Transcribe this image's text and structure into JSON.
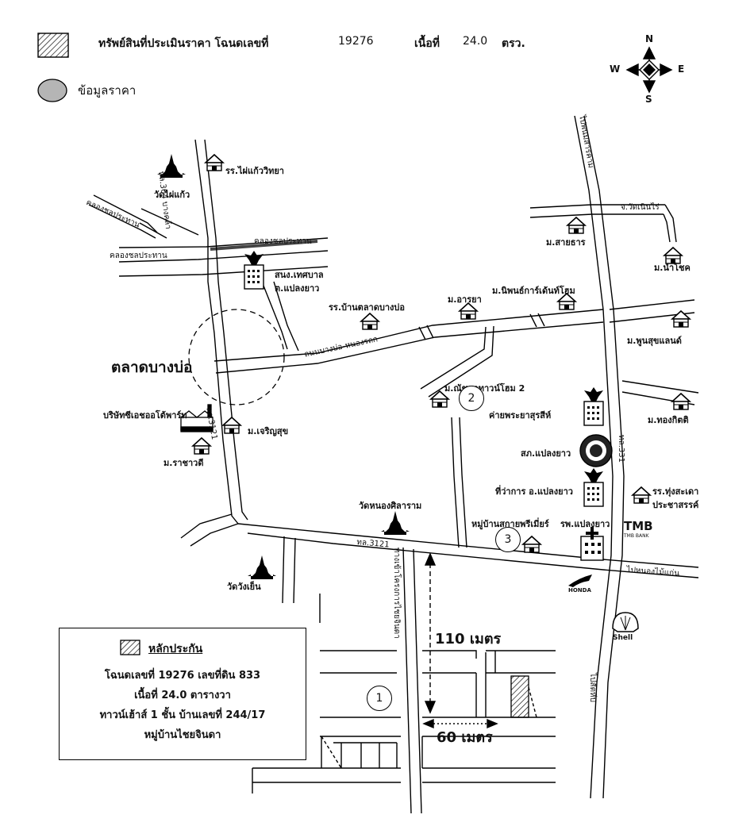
{
  "legend": {
    "subject_label": "ทรัพย์สินที่ประเมินราคา โฉนดเลขที่",
    "deed_no": "19276",
    "area_label": "เนื้อที่",
    "area_value": "24.0",
    "area_unit": "ตรว.",
    "price_data_label": "ข้อมูลราคา"
  },
  "compass": {
    "n": "N",
    "s": "S",
    "e": "E",
    "w": "W"
  },
  "places": {
    "wat_phai_kaeo": "วัดไผ่แก้ว",
    "school_phai_kaeo": "รร.ไผ่แก้ววิทยา",
    "road_304": "ทล.304 บางคล้า",
    "canal_1": "คลองชลประทาน",
    "canal_2": "คลองชลประทาน",
    "canal_3": "คลองชลประทาน",
    "municipal_office_1": "สนง.เทศบาล",
    "municipal_office_2": "ต.แปลงยาว",
    "market_school": "รร.บ้านตลาดบางบ่อ",
    "m_araya": "ม.อารยา",
    "m_niphon": "ม.นิพนธ์การ์เด้นท์โฮม",
    "road_nongsrak": "ถนนบางบ่อ-หนองรถก",
    "market": "ตลาดบางบ่อ",
    "company": "บริษัทซีเอชออโต้พาร์ท",
    "m_charoensuk": "ม.เจริญสุข",
    "m_rachawadi": "ม.ราชาวดี",
    "road_3121_a": "ทล.3121",
    "road_3121_b": "ทล.3121",
    "m_nanthaphat": "ม.ณัชชาทาวน์โฮม 2",
    "camp": "ค่ายพระยาสุรสีห์",
    "police": "สภ.แปลงยาว",
    "district_office": "ที่ว่าการ อ.แปลงยาว",
    "hospital_village": "หมู่บ้านสกายพรีเมี่ยร์",
    "hospital": "รพ.แปลงยาว",
    "wat_nong_sila": "วัดหนองศิลาราม",
    "wat_wang_yen": "วัดวังเย็น",
    "to_project": "ทางเข้าโครงการไชยจินดา",
    "m_saithan": "ม.สายธาร",
    "m_namchok": "ม.นำโชค",
    "wat_noen_sai": "จ.วัดเนินไร่",
    "to_phanom": "ไปพนมสารคาม",
    "m_phunsuk": "ม.พูนสุขแลนด์",
    "m_thongkitti": "ม.ทองกิตติ",
    "road_331": "ทล.331",
    "school_thungsadao_1": "รร.ทุ่งสะเดา",
    "school_thungsadao_2": "ประชาสรรค์",
    "to_nong_mai_kaen": "ไปหนองไม้แก่น",
    "to_sattahip": "ไปสัตหีบ"
  },
  "brands": {
    "tmb": "TMB",
    "tmb_sub": "TMB BANK",
    "honda": "HONDA",
    "shell": "Shell"
  },
  "distances": {
    "vertical": "110 เมตร",
    "horizontal": "60 เมตร"
  },
  "markers": [
    "1",
    "2",
    "3"
  ],
  "info": {
    "title": "หลักประกัน",
    "line1": "โฉนดเลขที่ 19276  เลขที่ดิน 833",
    "line2": "เนื้อที่  24.0  ตารางวา",
    "line3": "ทาวน์เฮ้าส์ 1 ชั้น บ้านเลขที่ 244/17",
    "line4": "หมู่บ้านไชยจินดา"
  }
}
